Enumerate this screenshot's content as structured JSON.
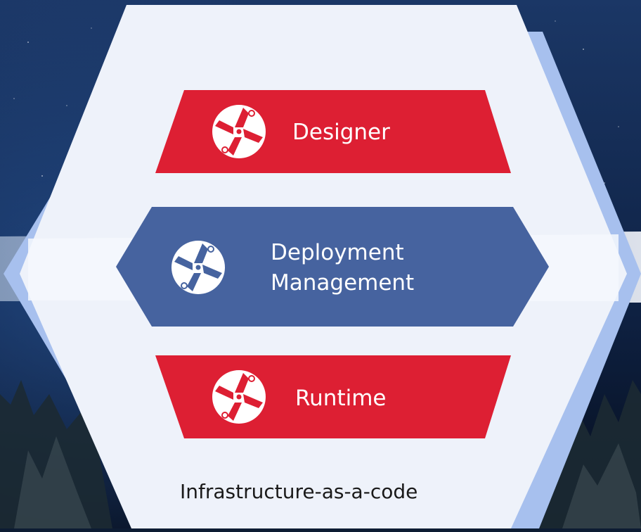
{
  "layers": [
    {
      "id": "designer",
      "label": "Designer",
      "icon": "aperture-icon",
      "color": "#dd1f33"
    },
    {
      "id": "deployment",
      "label_line1": "Deployment",
      "label_line2": "Management",
      "icon": "aperture-icon",
      "color": "#46639f"
    },
    {
      "id": "runtime",
      "label": "Runtime",
      "icon": "aperture-icon",
      "color": "#dd1f33"
    }
  ],
  "caption": "Infrastructure-as-a-code",
  "colors": {
    "hexagon_fill": "#eef2fa",
    "hexagon_back": "#a7c0ee",
    "band": "#f3f6fc",
    "sky_top": "#16305c",
    "sky_bottom": "#050b17"
  }
}
